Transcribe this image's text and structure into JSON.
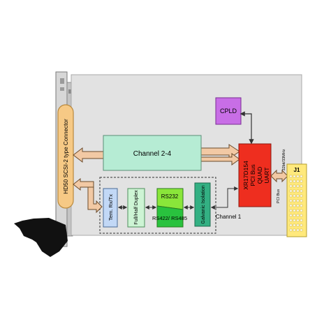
{
  "diagram": {
    "connector_label": "HD50 SCSI-2 type Connector",
    "channel_block_label": "Channel 2-4",
    "cpld_label": "CPLD",
    "uart_lines": [
      "XR17D154",
      "PCI Bus",
      "QUAD",
      "UART"
    ],
    "term_label": "Tem. Rx/Tx",
    "duplex_label": "Full/Half Duplex",
    "rs232_label": "RS232",
    "rs422_label": "RS422/ RS485",
    "galvanic_label": "Galvanic Isolation",
    "channel1_label": "Channel 1",
    "pci_bus_label": "PCI Bus",
    "bus_speed_label": "32bit/33MHz",
    "j1_label": "J1"
  },
  "colors": {
    "board": "#e2e2e2",
    "connector": "#f6c985",
    "channel_block": "#b6ecd4",
    "cpld": "#c86ee6",
    "uart": "#ee2e1f",
    "term": "#c2d8f6",
    "duplex": "#cdf4d4",
    "rs232_top": "#8ae63a",
    "rs232_bottom": "#29c23e",
    "galvanic": "#33b083",
    "bus_arrow": "#f2c9a4",
    "pci_connector": "#ffe97c"
  }
}
